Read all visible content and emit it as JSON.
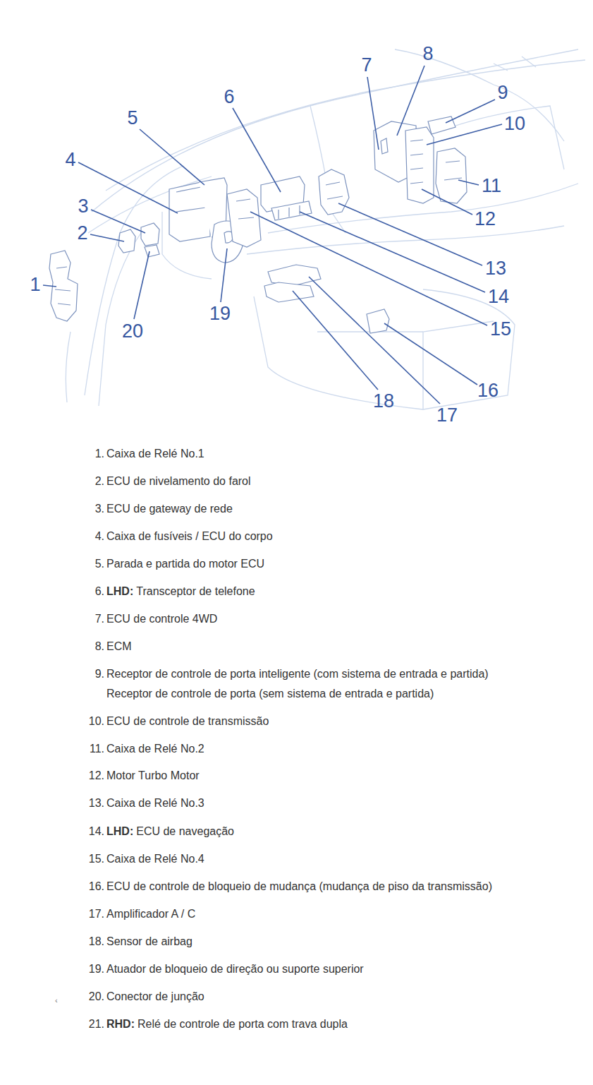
{
  "diagram": {
    "labels": [
      "1",
      "2",
      "3",
      "4",
      "5",
      "6",
      "7",
      "8",
      "9",
      "10",
      "11",
      "12",
      "13",
      "14",
      "15",
      "16",
      "17",
      "18",
      "19",
      "20",
      "1.",
      "Caixa de Relé No.1",
      "2.",
      "ECU de nivelamento do farol",
      "3.",
      "ECU de gateway de rede",
      "4.",
      "Caixa de fusíveis / ECU do corpo",
      "5.",
      "Parada e partida do motor ECU",
      "6.",
      "LHD:",
      "Transceptor de telefone",
      "7.",
      "ECU de controle 4WD",
      "8.",
      "ECM",
      "9.",
      "Receptor de controle de porta inteligente (com sistema de entrada e partida)",
      "Receptor de controle de porta (sem sistema de entrada e partida)",
      "10.",
      "ECU de controle de transmissão",
      "11.",
      "Caixa de Relé No.2",
      "12.",
      "Motor Turbo Motor",
      "13.",
      "Caixa de Relé No.3",
      "14.",
      "LHD:",
      "ECU de navegação",
      "15.",
      "Caixa de Relé No.4",
      "16.",
      "ECU de controle de bloqueio de mudança (mudança de piso da transmissão)",
      "17.",
      "Amplificador A / C",
      "18.",
      "Sensor de airbag",
      "19.",
      "Atuador de bloqueio de direção ou suporte superior",
      "20.",
      "Conector de junção",
      "‹",
      "21.",
      "RHD:",
      "Relé de controle de porta com trava dupla"
    ]
  }
}
